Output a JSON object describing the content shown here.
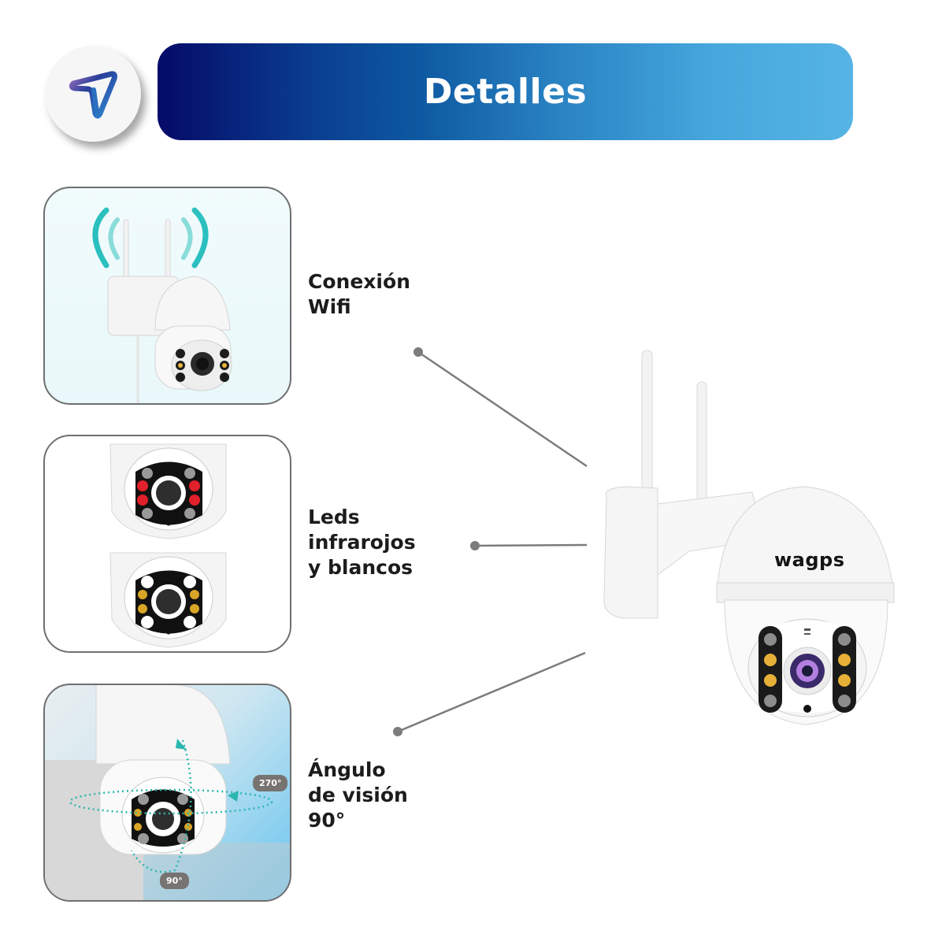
{
  "header": {
    "title": "Detalles",
    "logo_icon": "brand-triangle-logo-icon",
    "banner_gradient": [
      "#050a68",
      "#0e5aa2",
      "#56b4e5"
    ]
  },
  "features": [
    {
      "label": "Conexión\nWifi",
      "image": "camera-wifi-signal-image",
      "accent": "#2bbfbf"
    },
    {
      "label": "Leds\ninfrarojos\ny blancos",
      "image": "camera-leds-infrared-and-white-image",
      "accent": "#e0202a"
    },
    {
      "label": "Ángulo\nde visión\n90°",
      "image": "camera-rotation-angle-image",
      "badges": [
        "270°",
        "90°"
      ],
      "accent": "#2ab7b0"
    }
  ],
  "product": {
    "brand": "wagps",
    "image": "ptz-wifi-security-camera-image"
  },
  "connector_color": "#7c7c7c"
}
